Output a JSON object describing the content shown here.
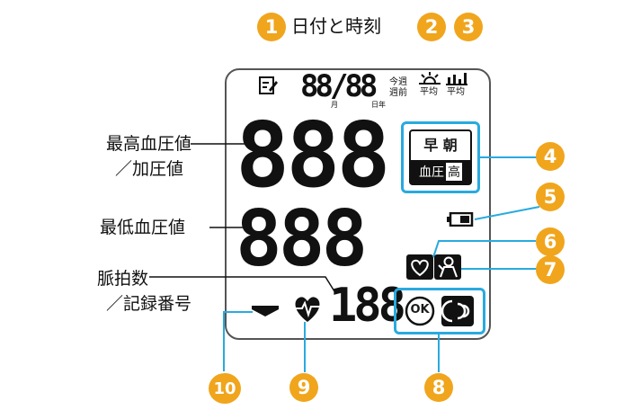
{
  "heading": "日付と時刻",
  "badges": [
    "1",
    "2",
    "3",
    "4",
    "5",
    "6",
    "7",
    "8",
    "9",
    "10"
  ],
  "left_labels": {
    "sys_line1": "最高血圧値",
    "sys_line2": "／加圧値",
    "dia": "最低血圧値",
    "pulse_line1": "脈拍数",
    "pulse_line2": "／記録番号"
  },
  "lcd": {
    "date_digits": "88/88",
    "month": "月",
    "day_year": "日年",
    "week_this": "今週",
    "week_prev": "週前",
    "avg_a": "平均",
    "avg_b": "平均",
    "sys_digits": "888",
    "dia_digits": "888",
    "pulse_digits": "188",
    "mode_top": "早 朝",
    "mode_bp": "血圧",
    "mode_high": "高",
    "ok": "OK"
  },
  "icons": [
    "memo-icon",
    "sun-icon",
    "bar-chart-icon",
    "battery-icon",
    "heart-icon",
    "person-icon",
    "ok-icon",
    "cuff-wrap-icon",
    "pulse-heart-icon",
    "arrow-down-icon"
  ]
}
